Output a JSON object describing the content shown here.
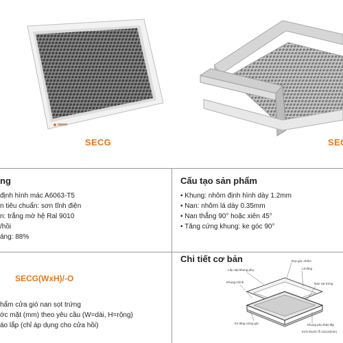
{
  "products": {
    "left_label": "SECG",
    "right_label": "SEC"
  },
  "material_section": {
    "title_fragment": "ng",
    "lines": [
      "định hình mác A6063-T5",
      "n tiêu chuẩn: sơn tĩnh điện",
      "n: trắng mờ hệ Ral 9010",
      "/hồi",
      "áng: 88%"
    ]
  },
  "structure_section": {
    "title": "Cấu tạo sản phẩm",
    "bullets": [
      "Khung: nhôm định hình dày 1.2mm",
      "Nan: nhôm lá dày 0.35mm",
      "Nan thẳng 90° hoặc xiên 45°",
      "Tăng cứng khung: ke góc 90°"
    ]
  },
  "code_section": {
    "code": "SECG(WxH)/-O",
    "lines": [
      "hẩm cửa gió nan sọt trứng",
      "ớc mặt (mm) theo yêu cầu (W=dài, H=rộng)",
      "áo lắp (chỉ áp dụng  cho cửa hồi)"
    ]
  },
  "detail_section": {
    "title": "Chi tiết cơ bản",
    "callouts": [
      "Ecp góc nhôm",
      "Lấy cáp khung phụ",
      "Lá tăng",
      "Khung chính",
      "Nan sọt trứng",
      "Ke tăng cứng góc",
      "Khung phụ tháo lắp",
      "Kích thước lỗ 12x12(mm)"
    ]
  },
  "colors": {
    "accent": "#e07a1e",
    "divider": "#9a9a9a"
  }
}
